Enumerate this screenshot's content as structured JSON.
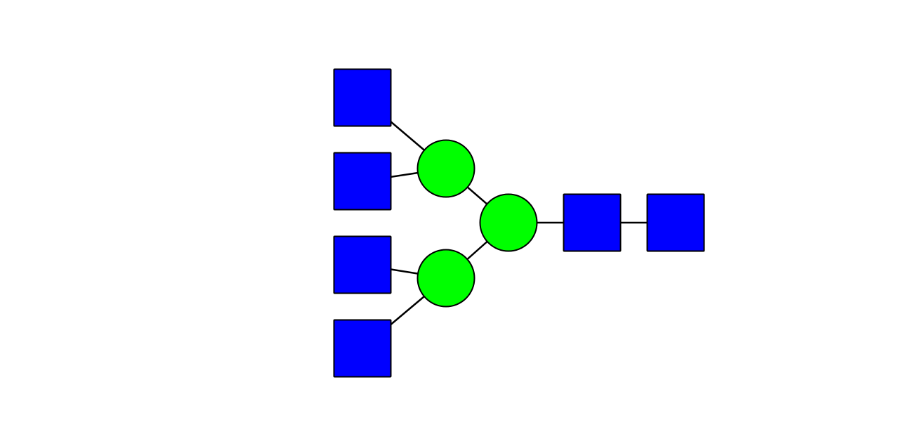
{
  "colors": {
    "background": "#ffffff",
    "square": "#0000ff",
    "circle": "#00ff00",
    "stroke": "#000000"
  },
  "nodes": [
    {
      "id": "root-square",
      "shape": "square"
    },
    {
      "id": "inner-square",
      "shape": "square"
    },
    {
      "id": "core-circle",
      "shape": "circle"
    },
    {
      "id": "upper-branch-circle",
      "shape": "circle"
    },
    {
      "id": "lower-branch-circle",
      "shape": "circle"
    },
    {
      "id": "leaf-square-1",
      "shape": "square"
    },
    {
      "id": "leaf-square-2",
      "shape": "square"
    },
    {
      "id": "leaf-square-3",
      "shape": "square"
    },
    {
      "id": "leaf-square-4",
      "shape": "square"
    }
  ],
  "edges": [
    {
      "from": "root-square",
      "to": "inner-square"
    },
    {
      "from": "inner-square",
      "to": "core-circle"
    },
    {
      "from": "core-circle",
      "to": "upper-branch-circle"
    },
    {
      "from": "core-circle",
      "to": "lower-branch-circle"
    },
    {
      "from": "upper-branch-circle",
      "to": "leaf-square-1"
    },
    {
      "from": "upper-branch-circle",
      "to": "leaf-square-2"
    },
    {
      "from": "lower-branch-circle",
      "to": "leaf-square-3"
    },
    {
      "from": "lower-branch-circle",
      "to": "leaf-square-4"
    }
  ]
}
